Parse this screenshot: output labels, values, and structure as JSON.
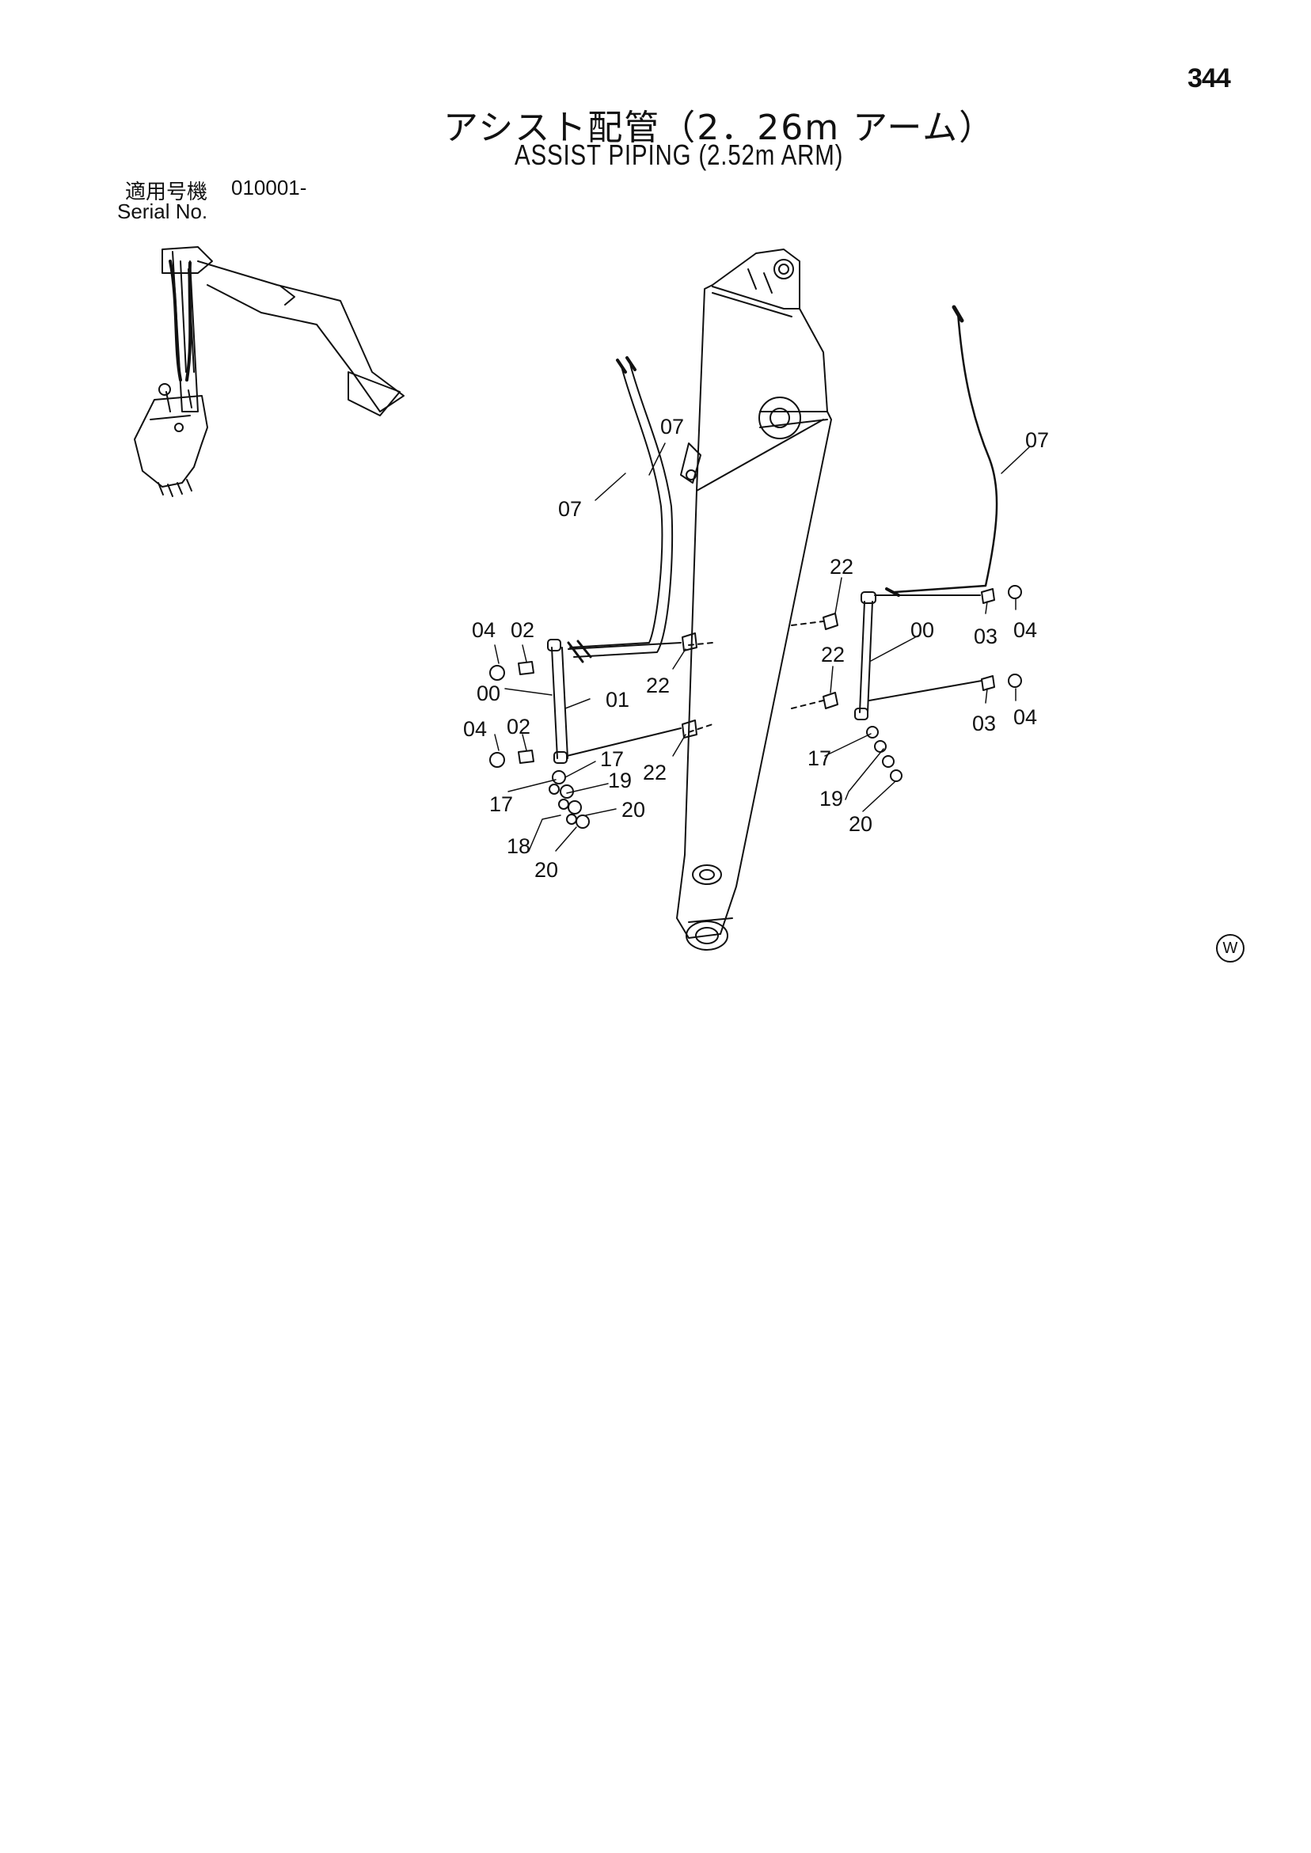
{
  "page": {
    "number": "344",
    "title_jp": "アシスト配管（2．26m アーム）",
    "title_en": "ASSIST PIPING (2.52m ARM)",
    "serial_label_jp": "適用号機",
    "serial_number": "010001-",
    "serial_label_en": "Serial No.",
    "corner_mark": "W"
  },
  "callouts": [
    {
      "id": "c07a",
      "text": "07"
    },
    {
      "id": "c07b",
      "text": "07"
    },
    {
      "id": "c07c",
      "text": "07"
    },
    {
      "id": "c04a",
      "text": "04"
    },
    {
      "id": "c02a",
      "text": "02"
    },
    {
      "id": "c00a",
      "text": "00"
    },
    {
      "id": "c01a",
      "text": "01"
    },
    {
      "id": "c04b",
      "text": "04"
    },
    {
      "id": "c02b",
      "text": "02"
    },
    {
      "id": "c22a",
      "text": "22"
    },
    {
      "id": "c22b",
      "text": "22"
    },
    {
      "id": "c17a",
      "text": "17"
    },
    {
      "id": "c17b",
      "text": "17"
    },
    {
      "id": "c19a",
      "text": "19"
    },
    {
      "id": "c18a",
      "text": "18"
    },
    {
      "id": "c20a",
      "text": "20"
    },
    {
      "id": "c20b",
      "text": "20"
    },
    {
      "id": "c22c",
      "text": "22"
    },
    {
      "id": "c22d",
      "text": "22"
    },
    {
      "id": "c00b",
      "text": "00"
    },
    {
      "id": "c03a",
      "text": "03"
    },
    {
      "id": "c04c",
      "text": "04"
    },
    {
      "id": "c03b",
      "text": "03"
    },
    {
      "id": "c04d",
      "text": "04"
    },
    {
      "id": "c17c",
      "text": "17"
    },
    {
      "id": "c19b",
      "text": "19"
    },
    {
      "id": "c20c",
      "text": "20"
    }
  ]
}
